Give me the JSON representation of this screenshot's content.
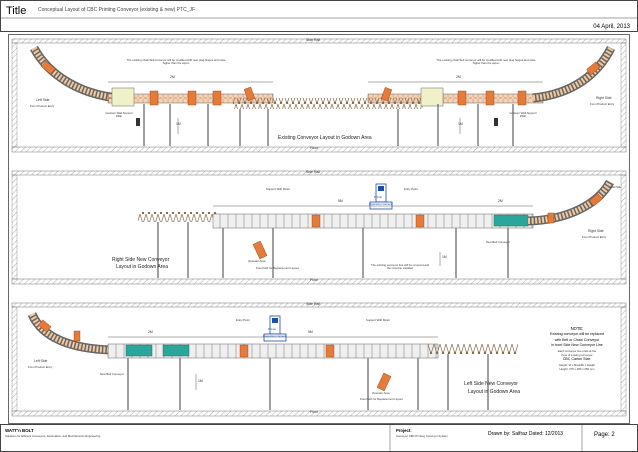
{
  "header": {
    "title_word": "Title",
    "title_text": "Conceptual Layout of CBC Printing Conveyor (existing & new) PTC_JF",
    "date": "04 April, 2013"
  },
  "labels": {
    "side_rail": "Side Rail",
    "floor": "Floor",
    "dim_2m": "2M",
    "dim_5m": "5M",
    "dim_1m": "1M"
  },
  "section1": {
    "title": "Existing Conveyor Layout in Godown Area",
    "note_left": "The existing chain/belt conveyor will be modified with new plug hinges and raise higher than the apron",
    "note_right": "The existing chain/belt conveyor will be modified with new plug hinges and raise higher than the apron",
    "left_label": "Left Side",
    "left_sub": "From Product Entry",
    "right_label": "Right Side",
    "right_sub": "From Product Entry",
    "pillar_left": "Godown Wall Support Pillar",
    "pillar_right": "Godown Wall Support Pillar"
  },
  "section2": {
    "title_line1": "Right Side New Conveyor",
    "title_line2": "Layout in Godown Area",
    "printer": "Printer",
    "inspection": "Inspection Camera",
    "support": "Support With Motor",
    "entry": "Entry Point",
    "right_label": "Right Side",
    "right_sub": "From Product Entry",
    "belt_note": "New Belt Conveyor",
    "operator": "Operator Area",
    "operator_note": "Free Path for Replacement Layout",
    "note2": "The existing conveyor line will be removed and the new line installed",
    "side_left": "Wall Side"
  },
  "section3": {
    "title_line1": "Left Side New Conveyor",
    "title_line2": "Layout in Godown Area",
    "printer": "Printer",
    "inspection": "Inspection Camera",
    "support_left": "Entry Point",
    "support_right": "Support With Motor",
    "left_label": "Left Side",
    "left_sub": "From Product Entry",
    "belt_note": "New Belt Conveyor",
    "operator": "Operator Area",
    "operator_note": "Free Path for Replacement Layout",
    "note_lines": [
      "NOTE:",
      "Existing conveyor will be replaced",
      "with Belt or Chain Conveyor",
      "in front Side New Conveyor Line",
      "Each conveyor line ends at the",
      "front of existing conveyor",
      "CBC Carton Size:",
      "Height: W x Breadth x Height",
      "Height: 375 x 280 x 250 mm"
    ]
  },
  "footer": {
    "company": "WATT'n BOLT",
    "company_sub": "Solutions for Efficient Conveyors, Automation, and Mechatronics Engineering",
    "project_label": "Project:",
    "project": "Conveyor CBC Printing Conveyor System",
    "drawn": "Drawn by: Saifraz  Dated: 12/2013",
    "page": "Page: 2"
  },
  "colors": {
    "roller": "#e07a2e",
    "teal": "#2aa69a",
    "blue": "#1b4fa8",
    "steel": "#888888",
    "light": "#dddddd"
  }
}
